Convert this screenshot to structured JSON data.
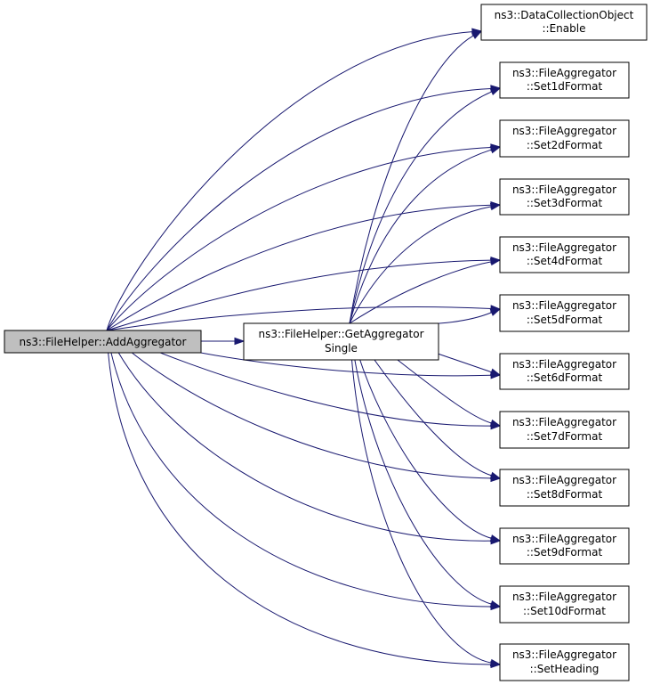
{
  "nodes": {
    "root": {
      "lines": [
        "ns3::FileHelper::AddAggregator"
      ]
    },
    "mid": {
      "lines": [
        "ns3::FileHelper::GetAggregator",
        "Single"
      ]
    },
    "enable": {
      "lines": [
        "ns3::DataCollectionObject",
        "::Enable"
      ]
    },
    "set1d": {
      "lines": [
        "ns3::FileAggregator",
        "::Set1dFormat"
      ]
    },
    "set2d": {
      "lines": [
        "ns3::FileAggregator",
        "::Set2dFormat"
      ]
    },
    "set3d": {
      "lines": [
        "ns3::FileAggregator",
        "::Set3dFormat"
      ]
    },
    "set4d": {
      "lines": [
        "ns3::FileAggregator",
        "::Set4dFormat"
      ]
    },
    "set5d": {
      "lines": [
        "ns3::FileAggregator",
        "::Set5dFormat"
      ]
    },
    "set6d": {
      "lines": [
        "ns3::FileAggregator",
        "::Set6dFormat"
      ]
    },
    "set7d": {
      "lines": [
        "ns3::FileAggregator",
        "::Set7dFormat"
      ]
    },
    "set8d": {
      "lines": [
        "ns3::FileAggregator",
        "::Set8dFormat"
      ]
    },
    "set9d": {
      "lines": [
        "ns3::FileAggregator",
        "::Set9dFormat"
      ]
    },
    "set10d": {
      "lines": [
        "ns3::FileAggregator",
        "::Set10dFormat"
      ]
    },
    "heading": {
      "lines": [
        "ns3::FileAggregator",
        "::SetHeading"
      ]
    }
  },
  "edges": [
    [
      "root",
      "mid"
    ],
    [
      "root",
      "enable"
    ],
    [
      "root",
      "set1d"
    ],
    [
      "root",
      "set2d"
    ],
    [
      "root",
      "set3d"
    ],
    [
      "root",
      "set4d"
    ],
    [
      "root",
      "set5d"
    ],
    [
      "root",
      "set6d"
    ],
    [
      "root",
      "set7d"
    ],
    [
      "root",
      "set8d"
    ],
    [
      "root",
      "set9d"
    ],
    [
      "root",
      "set10d"
    ],
    [
      "root",
      "heading"
    ],
    [
      "mid",
      "enable"
    ],
    [
      "mid",
      "set1d"
    ],
    [
      "mid",
      "set2d"
    ],
    [
      "mid",
      "set3d"
    ],
    [
      "mid",
      "set4d"
    ],
    [
      "mid",
      "set5d"
    ],
    [
      "mid",
      "set6d"
    ],
    [
      "mid",
      "set7d"
    ],
    [
      "mid",
      "set8d"
    ],
    [
      "mid",
      "set9d"
    ],
    [
      "mid",
      "set10d"
    ],
    [
      "mid",
      "heading"
    ]
  ],
  "colors": {
    "edge": "#191970",
    "root_fill": "#bfbfbf",
    "node_fill": "#ffffff",
    "border": "#000000"
  }
}
